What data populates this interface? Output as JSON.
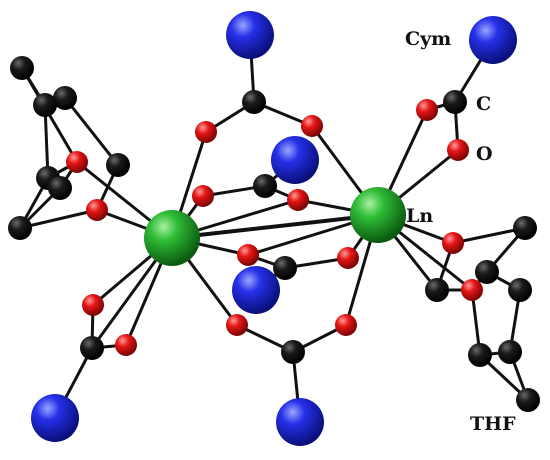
{
  "labels": {
    "cym": "Cym",
    "c": "C",
    "o": "O",
    "ln": "Ln",
    "thf": "THF"
  },
  "colors": {
    "ln_atom": "#1f9a2a",
    "cym_atom": "#1e22d6",
    "oxygen": "#e01010",
    "carbon": "#0a0a0a",
    "bond": "#111111",
    "background": "#ffffff"
  }
}
